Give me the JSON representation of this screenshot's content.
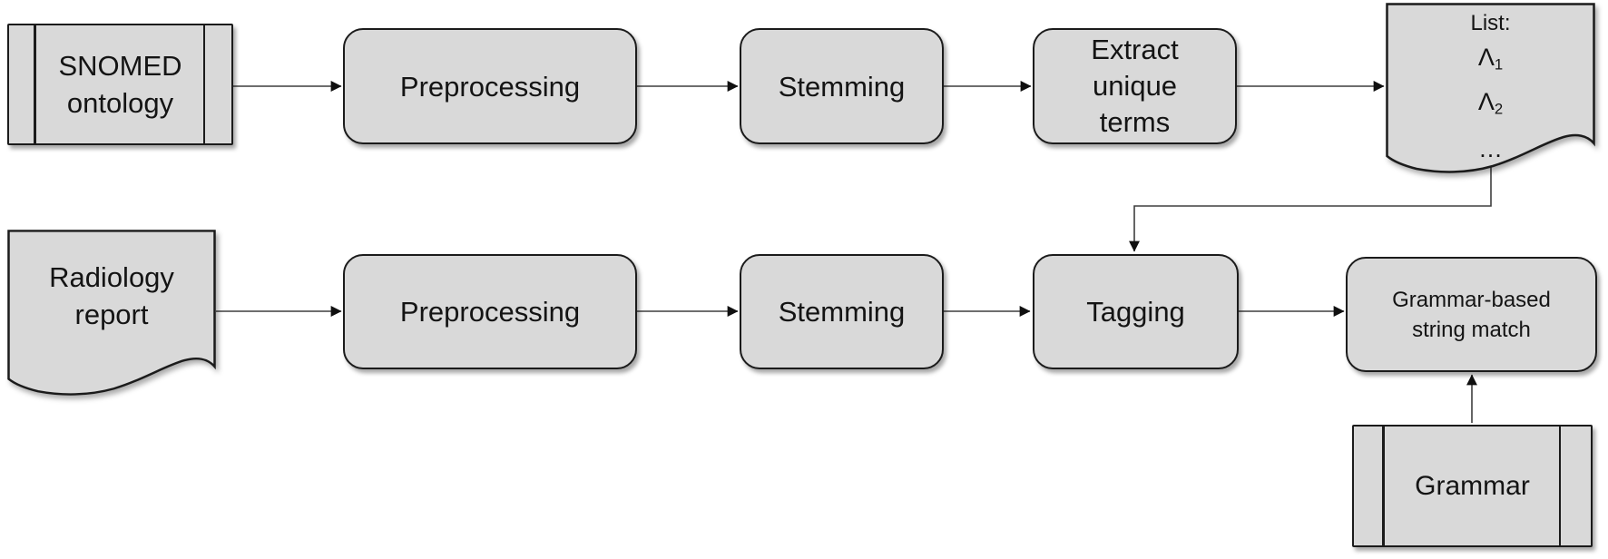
{
  "colors": {
    "node_fill": "#d9d9d9",
    "node_border": "#1b1b1b",
    "connector": "#3f3f3f",
    "arrowhead": "#101010",
    "background": "#ffffff",
    "text": "#141414"
  },
  "nodes": {
    "snomed_ontology": {
      "shape": "internal-storage",
      "lines": [
        "SNOMED",
        "ontology"
      ]
    },
    "preprocessing_top": {
      "shape": "rounded-process",
      "label": "Preprocessing"
    },
    "stemming_top": {
      "shape": "rounded-process",
      "label": "Stemming"
    },
    "extract_unique_terms": {
      "shape": "rounded-process",
      "lines": [
        "Extract",
        "unique",
        "terms"
      ]
    },
    "term_list": {
      "shape": "document",
      "title": "List:",
      "items": [
        {
          "base": "Λ",
          "sub": "1"
        },
        {
          "base": "Λ",
          "sub": "2"
        }
      ],
      "ellipsis": "…"
    },
    "radiology_report": {
      "shape": "document",
      "lines": [
        "Radiology",
        "report"
      ]
    },
    "preprocessing_bottom": {
      "shape": "rounded-process",
      "label": "Preprocessing"
    },
    "stemming_bottom": {
      "shape": "rounded-process",
      "label": "Stemming"
    },
    "tagging": {
      "shape": "rounded-process",
      "label": "Tagging"
    },
    "grammar_match": {
      "shape": "rounded-process",
      "lines": [
        "Grammar-based",
        "string match"
      ]
    },
    "grammar": {
      "shape": "internal-storage",
      "label": "Grammar"
    }
  },
  "connections": [
    {
      "from": "snomed_ontology",
      "to": "preprocessing_top"
    },
    {
      "from": "preprocessing_top",
      "to": "stemming_top"
    },
    {
      "from": "stemming_top",
      "to": "extract_unique_terms"
    },
    {
      "from": "extract_unique_terms",
      "to": "term_list"
    },
    {
      "from": "term_list",
      "to": "tagging"
    },
    {
      "from": "radiology_report",
      "to": "preprocessing_bottom"
    },
    {
      "from": "preprocessing_bottom",
      "to": "stemming_bottom"
    },
    {
      "from": "stemming_bottom",
      "to": "tagging"
    },
    {
      "from": "tagging",
      "to": "grammar_match"
    },
    {
      "from": "grammar",
      "to": "grammar_match"
    }
  ]
}
